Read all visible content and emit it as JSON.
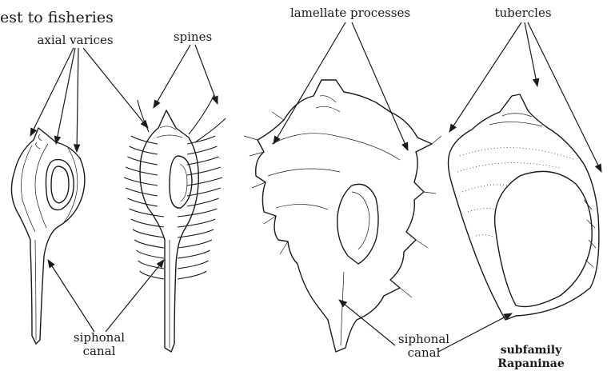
{
  "heading": "est to fisheries",
  "labels": {
    "axial_varices": "axial varices",
    "spines": "spines",
    "lamellate_processes": "lamellate processes",
    "tubercles": "tubercles",
    "siphonal_canal_left": [
      "siphonal",
      "canal"
    ],
    "siphonal_canal_right": [
      "siphonal",
      "canal"
    ],
    "subfamily": [
      "subfamily",
      "Rapaninae"
    ]
  },
  "colors": {
    "ink": "#1a1a1a",
    "background": "#ffffff"
  }
}
